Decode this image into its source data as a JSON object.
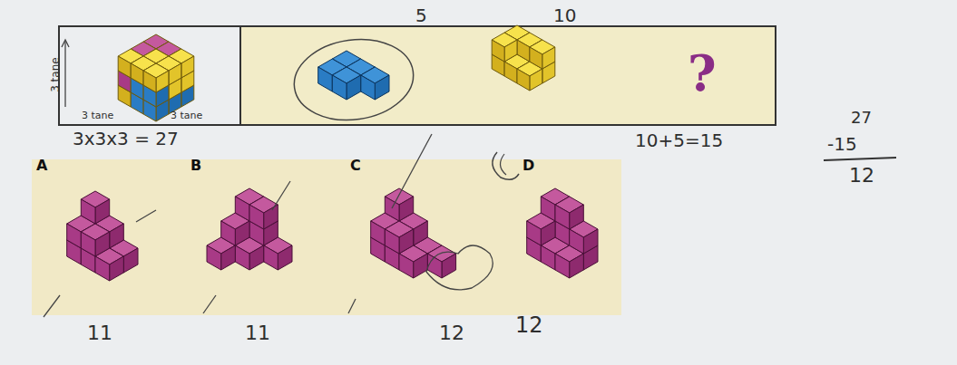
{
  "diagram": {
    "labels": [
      "5",
      "10",
      "3 tane",
      "3 tane",
      "3 tane",
      "?",
      "3x3x3 = 27",
      "10+5=15",
      "27",
      "-15",
      "12",
      "A",
      "B",
      "C",
      "D",
      "11",
      "11",
      "12",
      "12"
    ]
  }
}
